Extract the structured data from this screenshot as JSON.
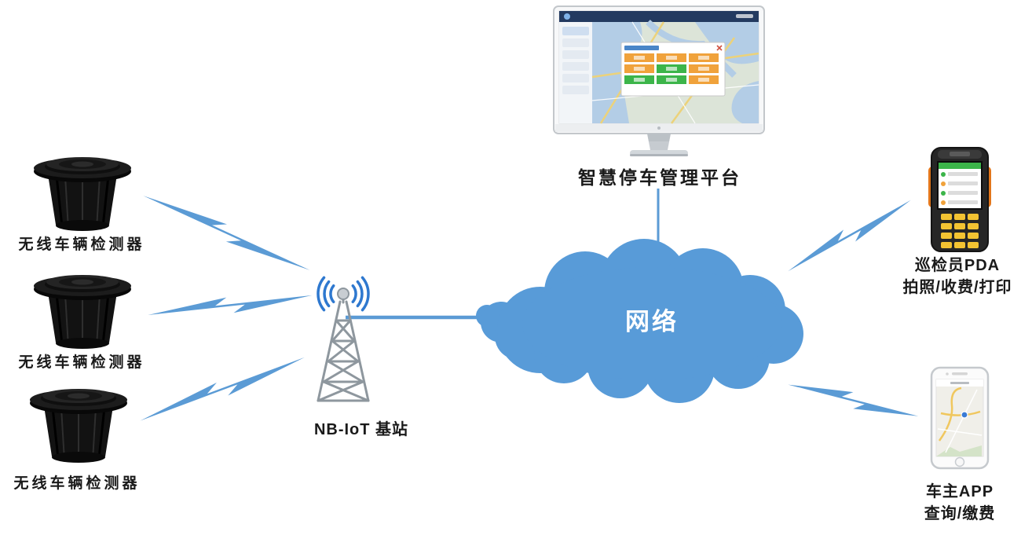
{
  "nodes": {
    "detector1": {
      "label": "无线车辆检测器",
      "icon": "vehicle-detector-icon"
    },
    "detector2": {
      "label": "无线车辆检测器",
      "icon": "vehicle-detector-icon"
    },
    "detector3": {
      "label": "无线车辆检测器",
      "icon": "vehicle-detector-icon"
    },
    "base_station": {
      "label": "NB-IoT 基站",
      "icon": "radio-tower-icon"
    },
    "network": {
      "label": "网络",
      "icon": "network-cloud-icon"
    },
    "platform": {
      "label": "智慧停车管理平台",
      "icon": "monitor-map-icon"
    },
    "inspector_pda": {
      "label_line1": "巡检员PDA",
      "label_line2": "拍照/收费/打印",
      "icon": "pda-icon"
    },
    "owner_app": {
      "label_line1": "车主APP",
      "label_line2": "查询/缴费",
      "icon": "smartphone-map-icon"
    }
  },
  "links": [
    {
      "from": "detector1",
      "to": "base_station",
      "style": "lightning"
    },
    {
      "from": "detector2",
      "to": "base_station",
      "style": "lightning"
    },
    {
      "from": "detector3",
      "to": "base_station",
      "style": "lightning"
    },
    {
      "from": "base_station",
      "to": "network",
      "style": "line"
    },
    {
      "from": "network",
      "to": "platform",
      "style": "line"
    },
    {
      "from": "network",
      "to": "inspector_pda",
      "style": "lightning"
    },
    {
      "from": "network",
      "to": "owner_app",
      "style": "lightning"
    }
  ],
  "colors": {
    "link_blue": "#5b9bd5",
    "cloud_blue": "#589bd8",
    "cloud_text": "#ffffff",
    "label_text": "#1a1a1a",
    "pda_orange": "#e2761b",
    "status_green": "#3cb54a",
    "status_orange": "#f0a23b"
  }
}
